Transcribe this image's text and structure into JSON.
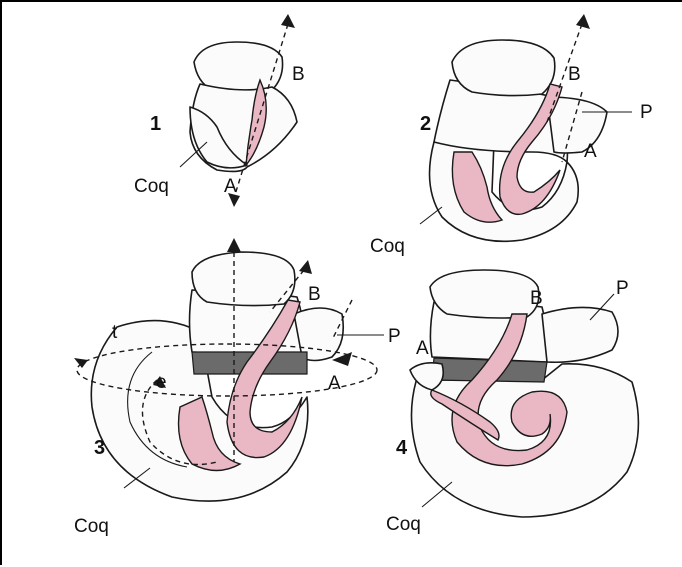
{
  "figure": {
    "panels": [
      {
        "number": "1",
        "labels": {
          "shell": "Coq",
          "point_a": "A",
          "point_b": "B"
        }
      },
      {
        "number": "2",
        "labels": {
          "shell": "Coq",
          "point_a": "A",
          "point_b": "B",
          "point_p": "P"
        }
      },
      {
        "number": "3",
        "labels": {
          "shell": "Coq",
          "point_a": "A",
          "point_b": "B",
          "point_p": "P",
          "torsion": "t",
          "coiling": "e"
        }
      },
      {
        "number": "4",
        "labels": {
          "shell": "Coq",
          "point_a": "A",
          "point_b": "B",
          "point_p": "P"
        }
      }
    ]
  },
  "colors": {
    "gut_fill": "#e9b8c4",
    "ink": "#1a1a1a",
    "band": "#6b6b6b"
  }
}
